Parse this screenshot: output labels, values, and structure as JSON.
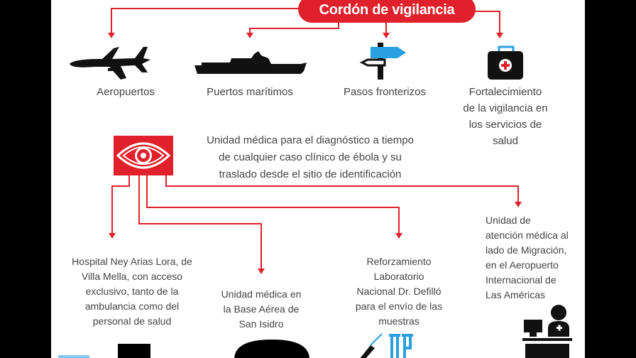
{
  "title": "Cordón de vigilancia",
  "colors": {
    "accent_red": "#e0202a",
    "icon_blue": "#2aa0e0",
    "text_gray": "#444444",
    "icon_black": "#111111"
  },
  "surveillance_points": [
    {
      "icon": "airplane-icon",
      "label": "Aeropuertos"
    },
    {
      "icon": "ship-icon",
      "label": "Puertos marítimos"
    },
    {
      "icon": "signpost-icon",
      "label": "Pasos fronterizos"
    },
    {
      "icon": "medical-kit-icon",
      "label_lines": [
        "Fortalecimiento",
        "de la vigilancia en",
        "los servicios de",
        "salud"
      ]
    }
  ],
  "medical_unit": {
    "icon": "eye-icon",
    "description_lines": [
      "Unidad médica para el diagnóstico a tiempo",
      "de cualquier caso clínico de ébola y su",
      "traslado desde el sitio de identificación"
    ]
  },
  "branches": [
    {
      "label_lines": [
        "Hospital Ney Arias Lora, de",
        "Villa Mella, con acceso",
        "exclusivo, tanto de la",
        "ambulancia como del",
        "personal de salud"
      ],
      "icon": "hospital-building-icon"
    },
    {
      "label_lines": [
        "Unidad médica en",
        "la Base Aérea de",
        "San Isidro"
      ],
      "icon": "hangar-dome-icon"
    },
    {
      "label_lines": [
        "Reforzamiento",
        "Laboratorio",
        "Nacional Dr. Defilló",
        "para el envío de las",
        "muestras"
      ],
      "icon": "lab-test-tubes-icon"
    },
    {
      "label_lines": [
        "Unidad de",
        "atención médica al",
        "lado de Migración,",
        "en el Aeropuerto",
        "Internacional de",
        "Las Américas"
      ],
      "icon": "reception-desk-doctor-icon"
    }
  ]
}
